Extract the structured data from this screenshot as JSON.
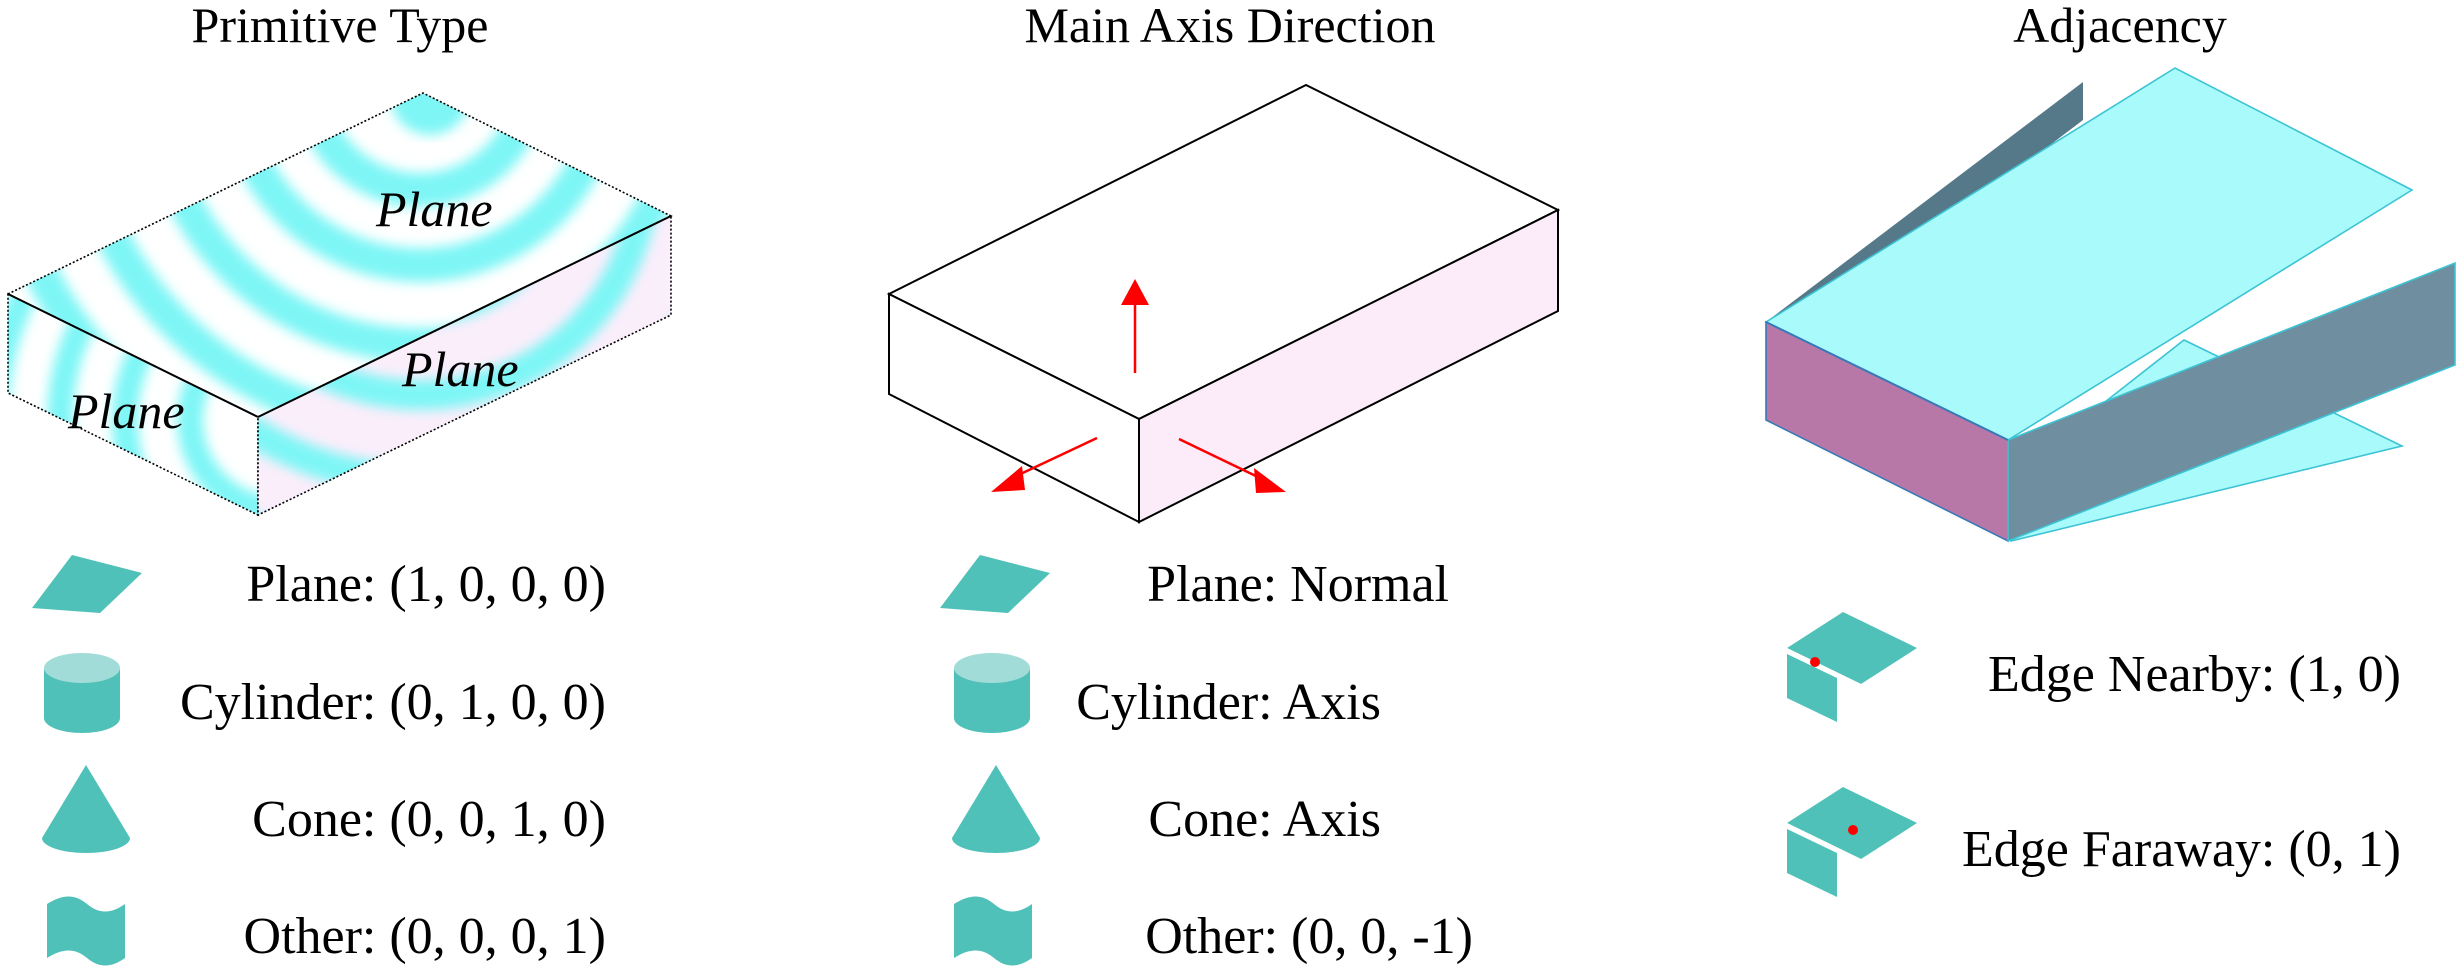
{
  "panels": [
    {
      "title": "Primitive Type",
      "face_labels": [
        "Plane",
        "Plane",
        "Plane"
      ],
      "legend": [
        {
          "icon": "plane-icon",
          "label": "Plane: (1, 0, 0, 0)"
        },
        {
          "icon": "cylinder-icon",
          "label": "Cylinder: (0, 1, 0, 0)"
        },
        {
          "icon": "cone-icon",
          "label": "Cone: (0, 0, 1, 0)"
        },
        {
          "icon": "other-surface-icon",
          "label": "Other: (0, 0, 0, 1)"
        }
      ]
    },
    {
      "title": "Main Axis Direction",
      "legend": [
        {
          "icon": "plane-icon",
          "label": "Plane: Normal"
        },
        {
          "icon": "cylinder-icon",
          "label": "Cylinder: Axis"
        },
        {
          "icon": "cone-icon",
          "label": "Cone: Axis"
        },
        {
          "icon": "other-surface-icon",
          "label": "Other: (0, 0, -1)"
        }
      ]
    },
    {
      "title": "Adjacency",
      "legend": [
        {
          "icon": "edge-nearby-icon",
          "label": "Edge Nearby: (1, 0)"
        },
        {
          "icon": "edge-faraway-icon",
          "label": "Edge Faraway: (0, 1)"
        }
      ]
    }
  ],
  "colors": {
    "teal": "#4fc1b8",
    "teal_light": "#a2dcd8",
    "cyan": "#7ef6f6",
    "cyan_face": "#a9fbfb",
    "pink_face": "#fcecfa",
    "magenta_face": "#b778a8",
    "slate_face": "#6f8ea0",
    "arrow_red": "#ff0000"
  }
}
